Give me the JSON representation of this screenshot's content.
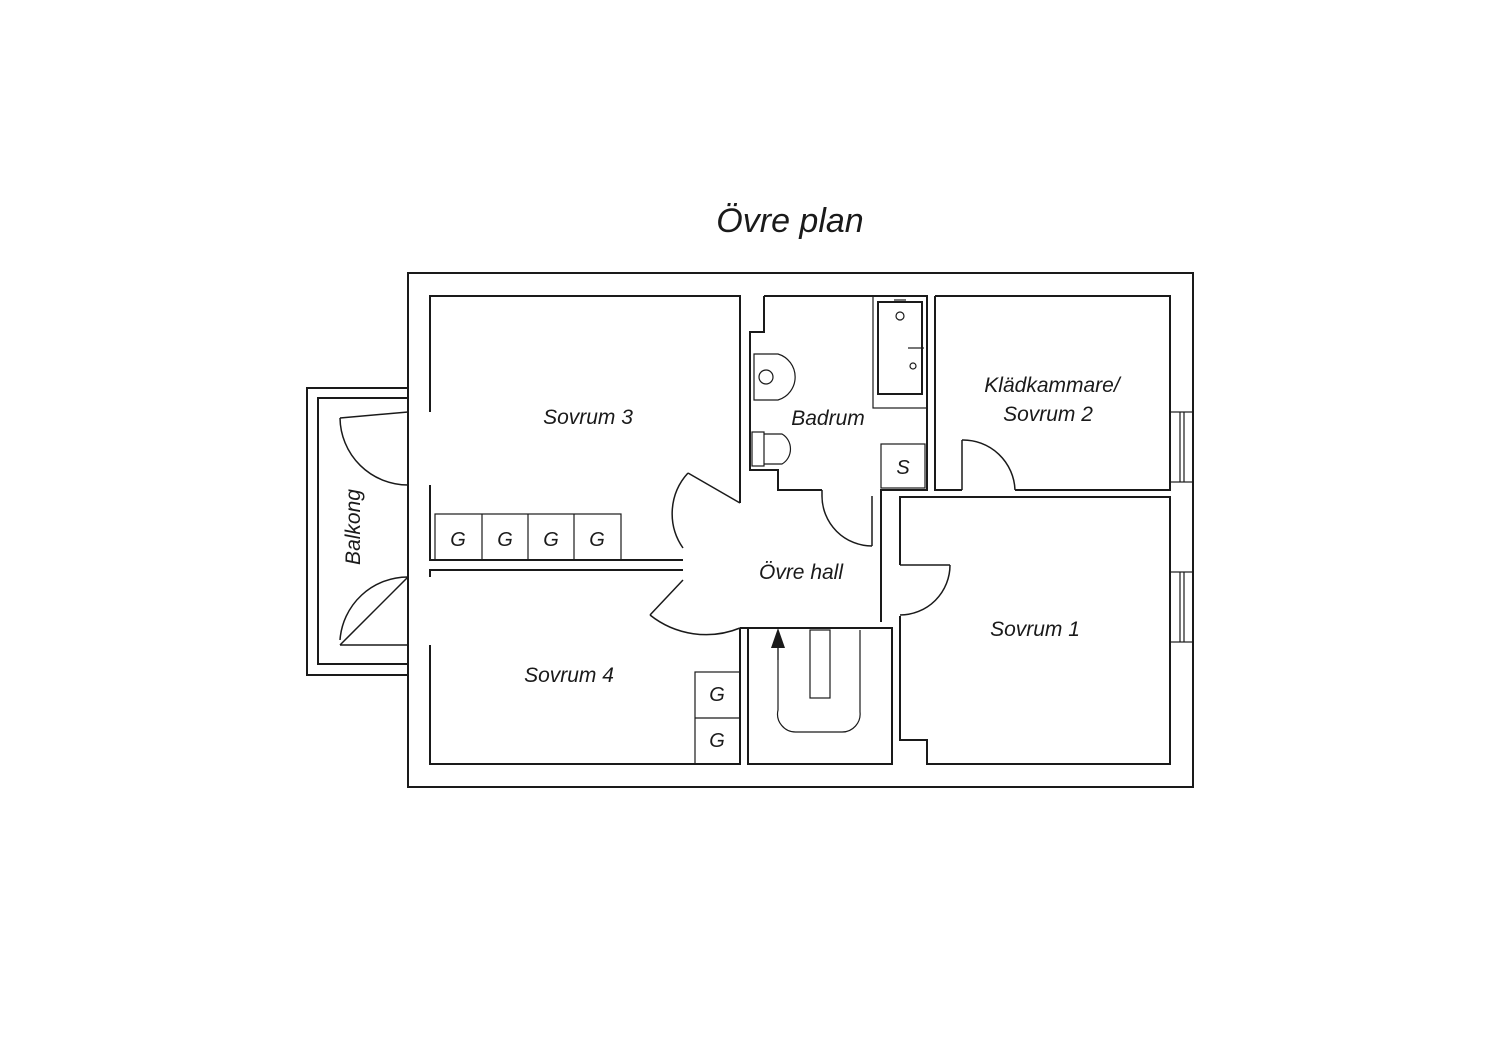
{
  "title": "Övre plan",
  "rooms": {
    "sovrum3": "Sovrum 3",
    "badrum": "Badrum",
    "kladkammare_line1": "Klädkammare/",
    "kladkammare_line2": "Sovrum 2",
    "balkong": "Balkong",
    "ovre_hall": "Övre hall",
    "sovrum1": "Sovrum 1",
    "sovrum4": "Sovrum 4"
  },
  "fixtures": {
    "wardrobe_label": "G",
    "storage_label": "S"
  },
  "colors": {
    "line": "#1a1a1a",
    "background": "#ffffff"
  }
}
